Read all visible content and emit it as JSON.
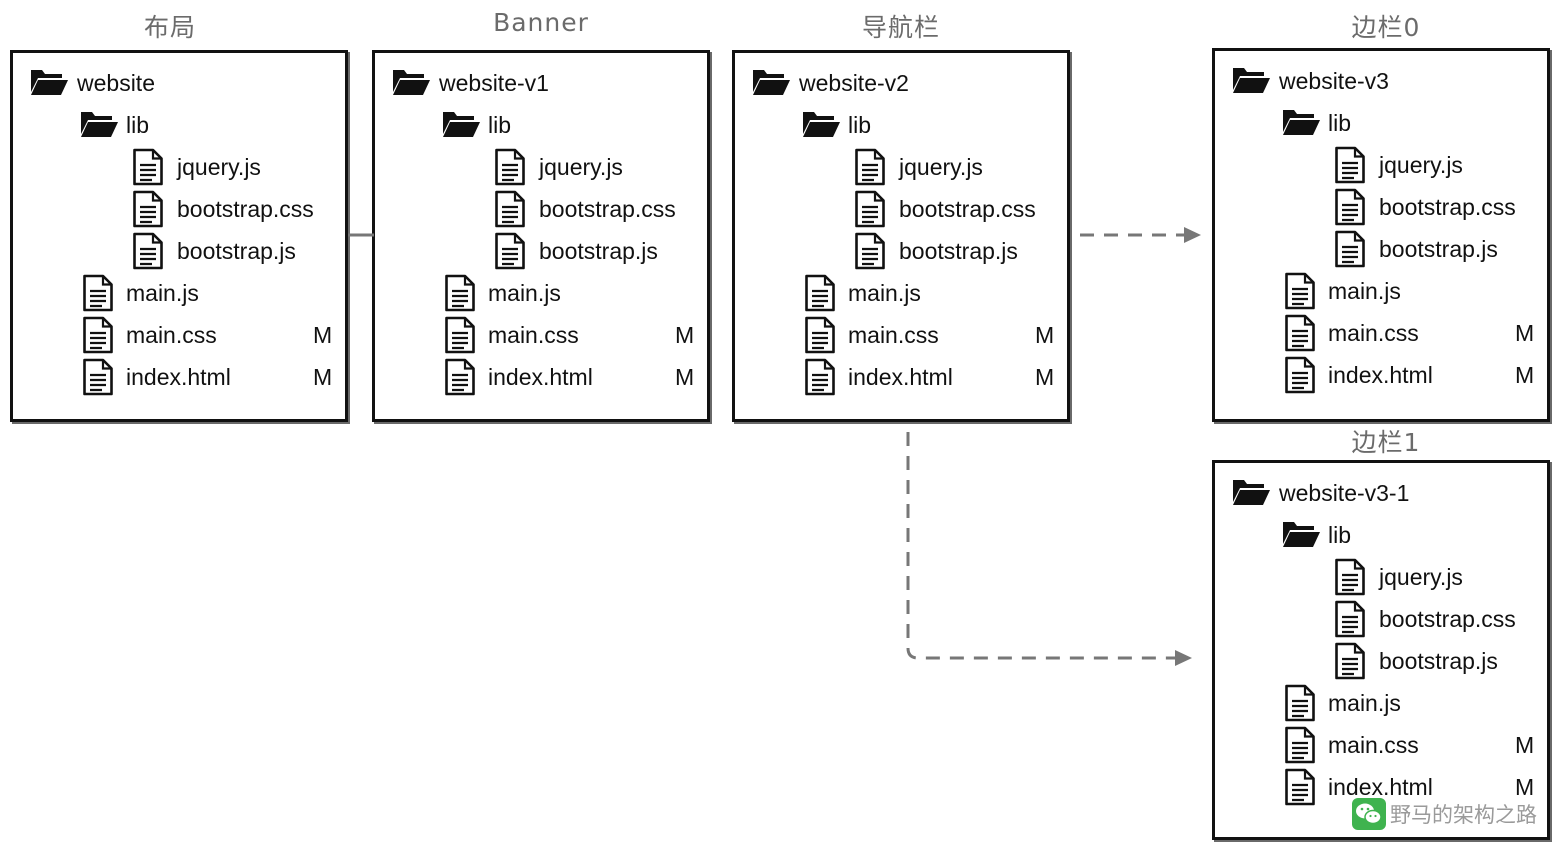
{
  "panels": [
    {
      "title": "布局",
      "root": "website",
      "lib": "lib",
      "lib_files": [
        "jquery.js",
        "bootstrap.css",
        "bootstrap.js"
      ],
      "files": [
        {
          "name": "main.js",
          "status": ""
        },
        {
          "name": "main.css",
          "status": "M"
        },
        {
          "name": "index.html",
          "status": "M"
        }
      ]
    },
    {
      "title": "Banner",
      "root": "website-v1",
      "lib": "lib",
      "lib_files": [
        "jquery.js",
        "bootstrap.css",
        "bootstrap.js"
      ],
      "files": [
        {
          "name": "main.js",
          "status": ""
        },
        {
          "name": "main.css",
          "status": "M"
        },
        {
          "name": "index.html",
          "status": "M"
        }
      ]
    },
    {
      "title": "导航栏",
      "root": "website-v2",
      "lib": "lib",
      "lib_files": [
        "jquery.js",
        "bootstrap.css",
        "bootstrap.js"
      ],
      "files": [
        {
          "name": "main.js",
          "status": ""
        },
        {
          "name": "main.css",
          "status": "M"
        },
        {
          "name": "index.html",
          "status": "M"
        }
      ]
    },
    {
      "title": "边栏0",
      "root": "website-v3",
      "lib": "lib",
      "lib_files": [
        "jquery.js",
        "bootstrap.css",
        "bootstrap.js"
      ],
      "files": [
        {
          "name": "main.js",
          "status": ""
        },
        {
          "name": "main.css",
          "status": "M"
        },
        {
          "name": "index.html",
          "status": "M"
        }
      ]
    },
    {
      "title": "边栏1",
      "root": "website-v3-1",
      "lib": "lib",
      "lib_files": [
        "jquery.js",
        "bootstrap.css",
        "bootstrap.js"
      ],
      "files": [
        {
          "name": "main.js",
          "status": ""
        },
        {
          "name": "main.css",
          "status": "M"
        },
        {
          "name": "index.html",
          "status": "M"
        }
      ]
    }
  ],
  "watermark": {
    "text": "野马的架构之路",
    "icon": "wechat-icon",
    "color": "#9a9a9a"
  },
  "colors": {
    "border": "#111111",
    "connector": "#777777",
    "title": "#6b6b6b"
  }
}
